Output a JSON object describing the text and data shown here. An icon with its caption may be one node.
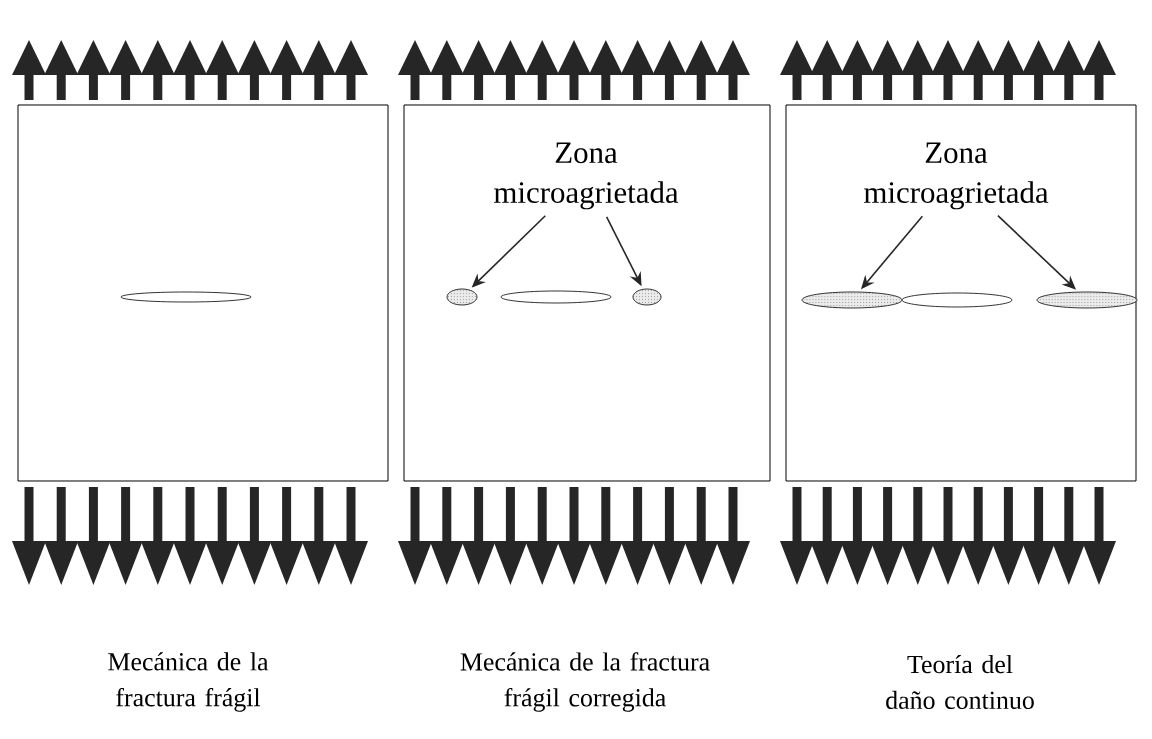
{
  "diagram": {
    "nodes": [
      {
        "text": [],
        "shape": "box"
      },
      {
        "text": [],
        "shape": "ellipse",
        "in": 0
      },
      {
        "text": [],
        "shape": "box"
      },
      {
        "text": [
          "Zona microagrietada"
        ],
        "in": 2
      },
      {
        "text": [],
        "shape": "ellipse",
        "in": 2
      },
      {
        "text": [],
        "shape": "ellipse",
        "in": 2
      },
      {
        "text": [],
        "shape": "ellipse",
        "in": 2
      },
      {
        "text": [],
        "shape": "box"
      },
      {
        "text": [
          "Zona microagrietada"
        ],
        "in": 7
      },
      {
        "text": [],
        "shape": "ellipse",
        "in": 7
      },
      {
        "text": [],
        "shape": "ellipse",
        "in": 7
      },
      {
        "text": [],
        "shape": "ellipse",
        "in": 7
      }
    ],
    "edges": [
      {
        "from": 3,
        "to": 4,
        "arrow": "to"
      },
      {
        "from": 3,
        "to": 6,
        "arrow": "to"
      },
      {
        "from": 8,
        "to": 9,
        "arrow": "to"
      },
      {
        "from": 8,
        "to": 11,
        "arrow": "to"
      }
    ],
    "labels": [
      "Mecánica de la fractura frágil",
      "Mecánica de la fractura frágil corregida",
      "Teoría del daño continuo"
    ]
  }
}
